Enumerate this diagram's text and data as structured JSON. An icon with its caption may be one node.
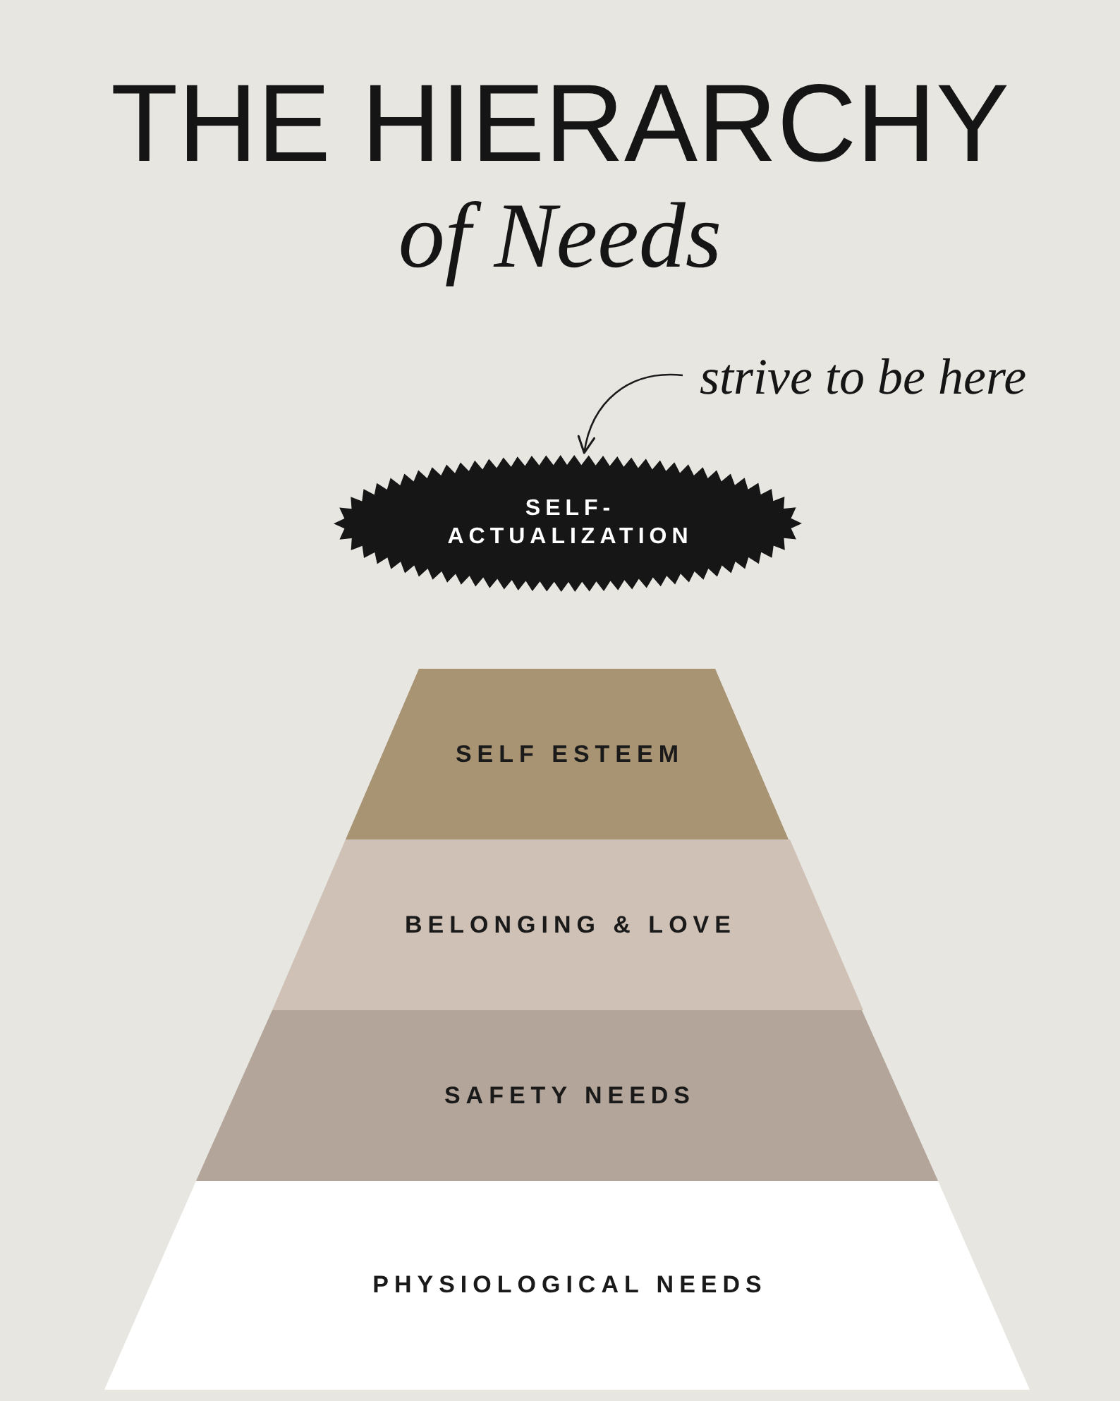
{
  "diagram": {
    "title": "THE HIERARCHY *of Needs*",
    "nodes": [
      {
        "text": [
          "strive to be here"
        ]
      },
      {
        "text": [
          "SELF- ACTUALIZATION"
        ]
      },
      {
        "text": [
          "SELF ESTEEM"
        ]
      },
      {
        "text": [
          "BELONGING & LOVE"
        ]
      },
      {
        "text": [
          "SAFETY NEEDS"
        ]
      },
      {
        "text": [
          "PHYSIOLOGICAL NEEDS"
        ]
      }
    ],
    "edges": [
      {
        "from": 0,
        "to": 1,
        "arrow": "to"
      }
    ]
  }
}
